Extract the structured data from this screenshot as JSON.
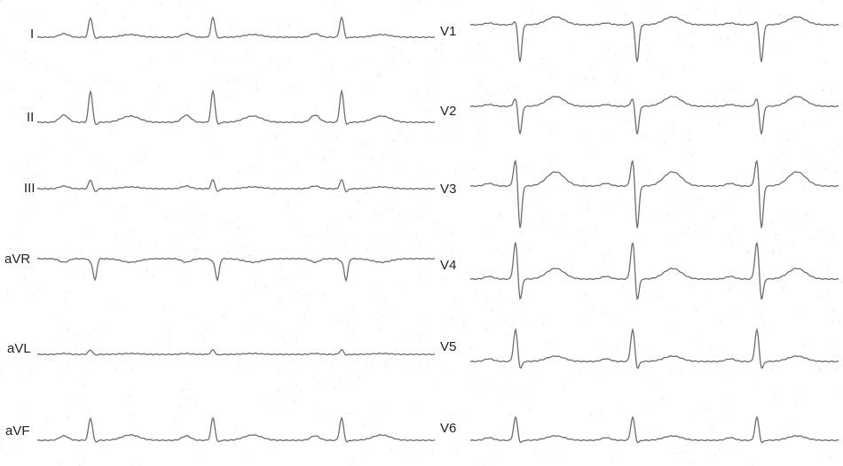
{
  "title": "12-lead ECG",
  "trace_color": "#6e6e6e",
  "leads_left": [
    {
      "name": "I",
      "P": 4,
      "Q": -1,
      "R": 22,
      "S": -2,
      "T": 3
    },
    {
      "name": "II",
      "P": 8,
      "Q": -2,
      "R": 35,
      "S": -4,
      "T": 7
    },
    {
      "name": "III",
      "P": 3,
      "Q": -1,
      "R": 10,
      "S": -4,
      "T": 2
    },
    {
      "name": "aVR",
      "P": -4,
      "Q": 0,
      "R": -3,
      "S": -24,
      "T": -4
    },
    {
      "name": "aVL",
      "P": 1,
      "Q": 0,
      "R": 5,
      "S": -1,
      "T": 1
    },
    {
      "name": "aVF",
      "P": 5,
      "Q": -1,
      "R": 25,
      "S": -3,
      "T": 6
    }
  ],
  "leads_right": [
    {
      "name": "V1",
      "P": 2,
      "Q": 0,
      "R": 4,
      "S": -42,
      "T": 9
    },
    {
      "name": "V2",
      "P": 2,
      "Q": 0,
      "R": 9,
      "S": -32,
      "T": 11
    },
    {
      "name": "V3",
      "P": 3,
      "Q": 0,
      "R": 30,
      "S": -50,
      "T": 16
    },
    {
      "name": "V4",
      "P": 3,
      "Q": 0,
      "R": 42,
      "S": -26,
      "T": 12
    },
    {
      "name": "V5",
      "P": 3,
      "Q": -1,
      "R": 36,
      "S": -10,
      "T": 6
    },
    {
      "name": "V6",
      "P": 3,
      "Q": -1,
      "R": 26,
      "S": -4,
      "T": 5
    }
  ]
}
